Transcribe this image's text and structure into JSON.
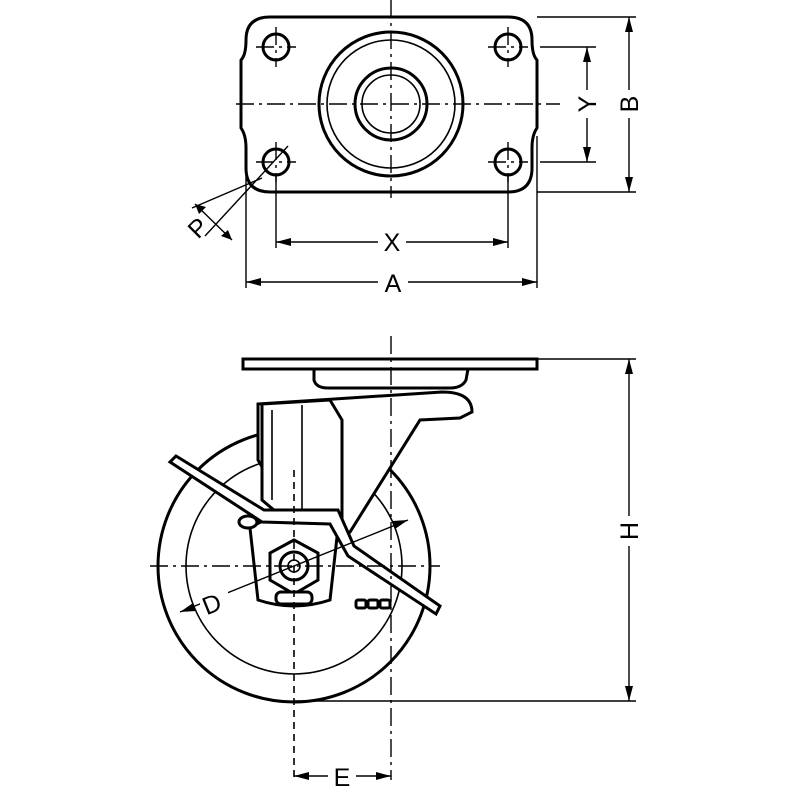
{
  "drawing": {
    "label_a": "A",
    "label_b": "B",
    "label_x": "X",
    "label_y": "Y",
    "label_p": "P",
    "label_h": "H",
    "label_d": "D",
    "label_e": "E"
  }
}
